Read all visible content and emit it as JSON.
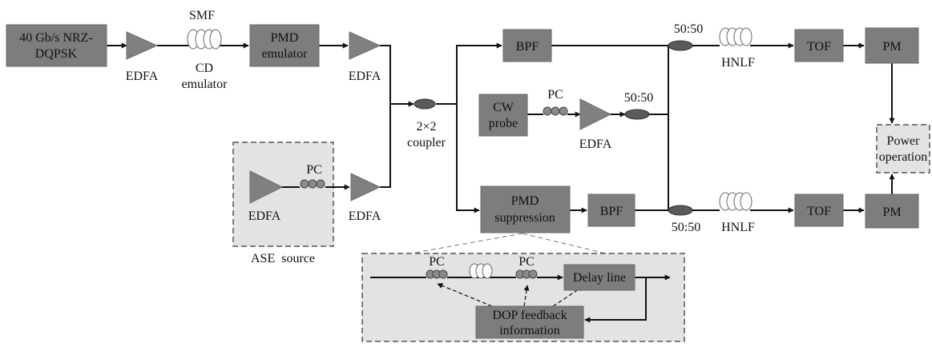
{
  "blocks": {
    "source": [
      "40 Gb/s NRZ-",
      "DQPSK"
    ],
    "pmd_emulator": [
      "PMD",
      "emulator"
    ],
    "bpf_top": "BPF",
    "bpf_bottom": "BPF",
    "cw_probe": [
      "CW",
      "probe"
    ],
    "pmd_suppression": [
      "PMD",
      "suppression"
    ],
    "tof_top": "TOF",
    "tof_bottom": "TOF",
    "pm_top": "PM",
    "pm_bottom": "PM",
    "power_operation": [
      "Power",
      "operation"
    ],
    "delay_line": "Delay line",
    "dop_feedback": [
      "DOP feedback",
      "information"
    ]
  },
  "labels": {
    "edfa": "EDFA",
    "smf": "SMF",
    "cd_emulator": [
      "CD",
      "emulator"
    ],
    "coupler": [
      "2×2",
      "coupler"
    ],
    "pc": "PC",
    "splitter": "50:50",
    "hnlf": "HNLF",
    "ase_source": "ASE  source"
  }
}
